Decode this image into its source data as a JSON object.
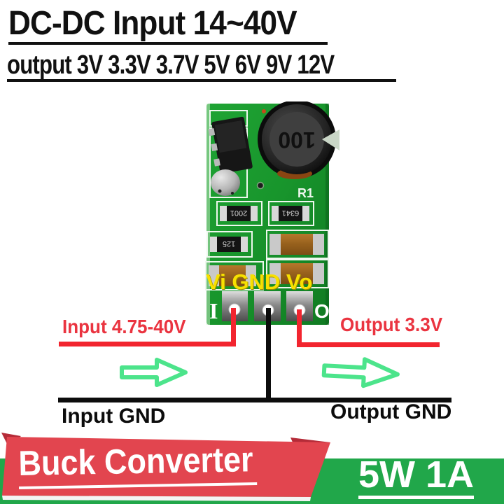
{
  "header": {
    "title": "DC-DC Input 14~40V",
    "subtitle": "output 3V 3.3V 3.7V 5V 6V 9V 12V"
  },
  "pcb": {
    "inductor_marking": "100",
    "r1_label": "R1",
    "resistor_markings": [
      "2001",
      "6341",
      "125"
    ],
    "pin_row_label": "Vi GND Vo",
    "input_silk": "I",
    "output_silk": "O"
  },
  "annotations": {
    "input_label": "Input 4.75-40V",
    "output_label": "Output 3.3V",
    "input_gnd_label": "Input GND",
    "output_gnd_label": "Output GND"
  },
  "footer": {
    "banner_label": "Buck Converter",
    "rating_label": "5W 1A"
  },
  "colors": {
    "annotation_red": "#ea3440",
    "wire_red": "#f2252f",
    "arrow_green": "#4ce48b",
    "band_green": "#21a74a",
    "ribbon_red": "#e2454f",
    "ribbon_red_dark": "#b52b38",
    "pcb_green": "#18952c",
    "pin_label_yellow": "#f8e000"
  }
}
